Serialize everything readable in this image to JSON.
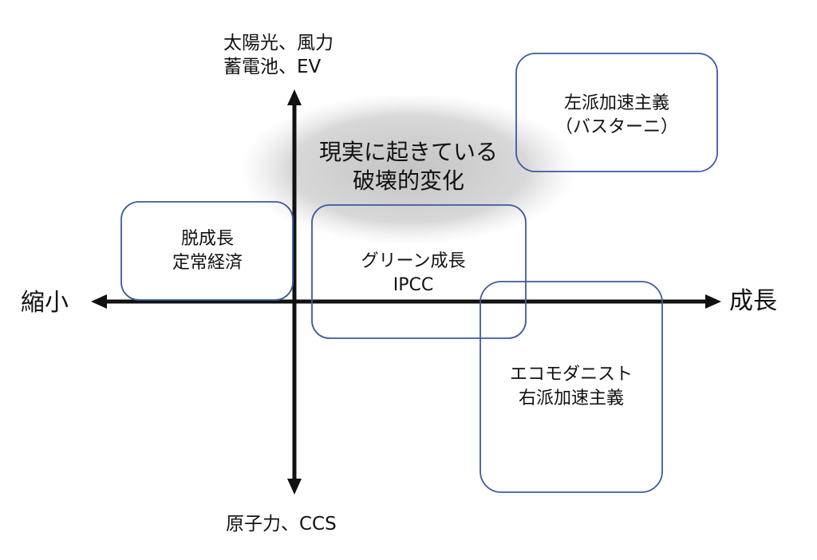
{
  "axes": {
    "up_label_line1": "太陽光、風力",
    "up_label_line2": "蓄電池、EV",
    "down_label": "原子力、CCS",
    "left_label": "縮小",
    "right_label": "成長"
  },
  "highlight": {
    "line1": "現実に起きている",
    "line2": "破壊的変化"
  },
  "boxes": {
    "degrowth": {
      "line1": "脱成長",
      "line2": "定常経済"
    },
    "green_growth": {
      "line1": "グリーン成長",
      "line2": "IPCC"
    },
    "left_acceleration": {
      "line1": "左派加速主義",
      "line2": "（バスターニ）"
    },
    "right_acceleration": {
      "line1": "エコモダニスト",
      "line2": "右派加速主義"
    }
  },
  "colors": {
    "box_border": "#3d5aa0",
    "axis": "#111111",
    "ellipse_center": "#c8c8c8",
    "ellipse_edge": "#ffffff"
  }
}
